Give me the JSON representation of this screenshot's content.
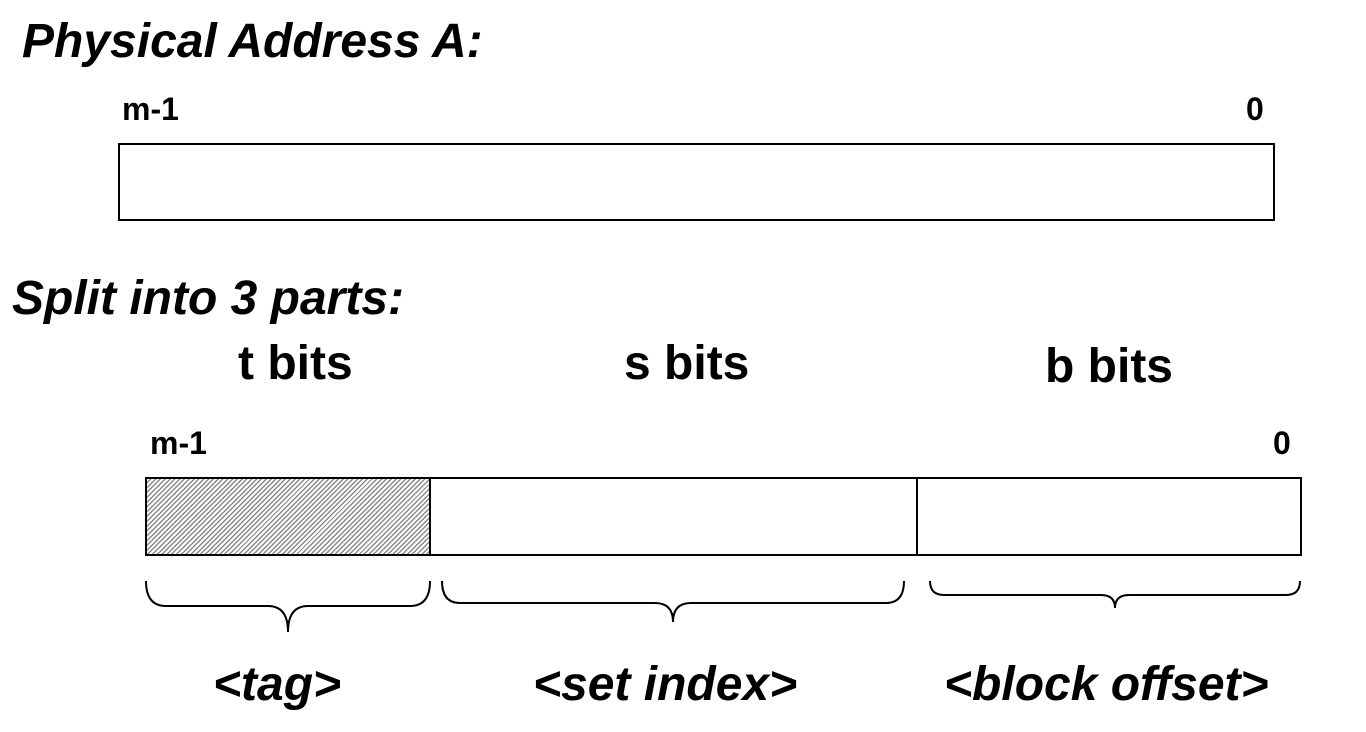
{
  "physical_address": {
    "title": "Physical Address A:",
    "msb_label": "m-1",
    "lsb_label": "0"
  },
  "split": {
    "title": "Split into 3 parts:",
    "msb_label": "m-1",
    "lsb_label": "0",
    "parts": [
      {
        "bits_label": "t bits",
        "field_name": "<tag>",
        "fill": "hatched"
      },
      {
        "bits_label": "s bits",
        "field_name": "<set index>",
        "fill": "white"
      },
      {
        "bits_label": "b bits",
        "field_name": "<block offset>",
        "fill": "white"
      }
    ]
  }
}
